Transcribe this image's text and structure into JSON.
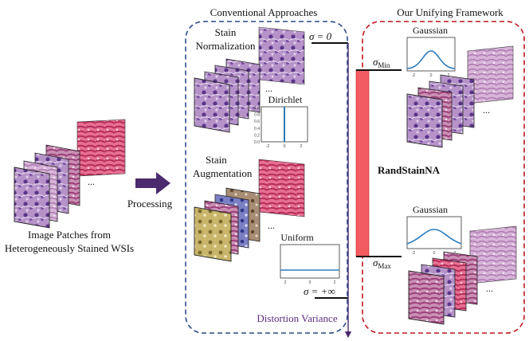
{
  "titles": {
    "conventional": "Conventional Approaches",
    "unifying": "Our Unifying Framework"
  },
  "left": {
    "caption_line1": "Image Patches from",
    "caption_line2": "Heterogeneously Stained WSIs",
    "processing": "Processing",
    "ellipsis": "..."
  },
  "conventional": {
    "stain_normalization_line1": "Stain",
    "stain_normalization_line2": "Normalization",
    "stain_augmentation_line1": "Stain",
    "stain_augmentation_line2": "Augmentation",
    "dirichlet_title": "Dirichlet",
    "uniform_title": "Uniform",
    "ellipsis": "...",
    "distortion_variance": "Distortion Variance"
  },
  "sigma": {
    "zero": "σ = 0",
    "inf": "σ = +∞",
    "min": "σ",
    "min_sub": "Min",
    "max": "σ",
    "max_sub": "Max"
  },
  "framework": {
    "name": "RandStainNA",
    "gaussian_top_title": "Gaussian",
    "gaussian_bottom_title": "Gaussian",
    "ellipsis": "..."
  },
  "ticks": {
    "dirichlet_y": [
      "1.0",
      "0.8",
      "0.6",
      "0.4",
      "0.2",
      "0.0"
    ],
    "dirichlet_x": [
      "-2",
      "0",
      "2"
    ],
    "uniform_x": [
      "2",
      "0",
      "2"
    ],
    "gaussian_x": [
      "-2",
      "0",
      "2"
    ]
  },
  "colors": {
    "conventional_border": "#2c4a8c",
    "framework_border": "#c0161c",
    "red_bar": "#f25c60",
    "curve": "#2b7bba",
    "arrow": "#4b2a6e",
    "distortion_text": "#5a2d82"
  }
}
